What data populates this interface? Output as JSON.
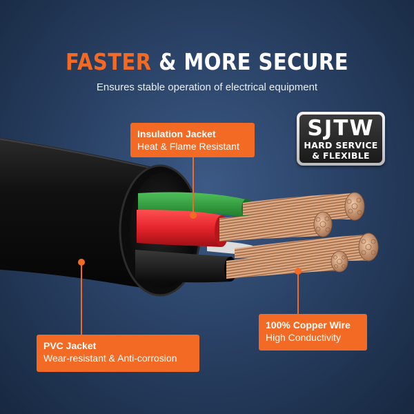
{
  "header": {
    "headline_accent": "FASTER",
    "headline_rest": " & MORE SECURE",
    "subtitle": "Ensures stable operation of electrical equipment"
  },
  "badge": {
    "title": "SJTW",
    "line1": "HARD SERVICE",
    "line2": "& FLEXIBLE"
  },
  "callouts": {
    "insulation": {
      "title": "Insulation Jacket",
      "desc": "Heat & Flame Resistant"
    },
    "pvc": {
      "title": "PVC Jacket",
      "desc": "Wear-resistant & Anti-corrosion"
    },
    "copper": {
      "title": "100% Copper Wire",
      "desc": "High Conductivity"
    }
  },
  "colors": {
    "accent": "#f26a24",
    "background": "#2a4266",
    "jacket": "#111111",
    "wire_green": "#2f9e3c",
    "wire_red": "#e3242b",
    "wire_black": "#151515",
    "copper": "#c8906a"
  }
}
